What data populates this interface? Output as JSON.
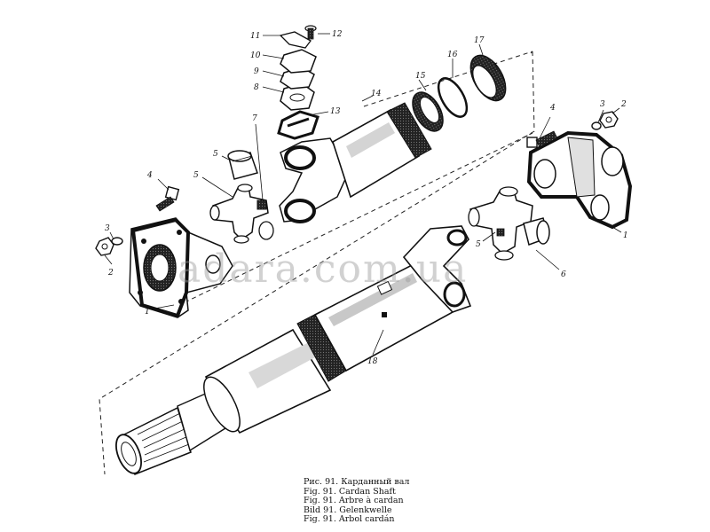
{
  "figure": {
    "watermark": "adara.com.ua",
    "captions": [
      "Рис. 91. Карданный вал",
      "Fig. 91. Cardan Shaft",
      "Fig. 91. Arbre à cardan",
      "Bild 91. Gelenkwelle",
      "Fig. 91. Arbol cardán"
    ],
    "labels": {
      "left_flange": "1",
      "right_flange": "1",
      "left_nut": "2",
      "right_nut": "2",
      "left_washer": "3",
      "right_washer": "3",
      "left_bolt": "4",
      "right_bolt": "4",
      "left_cap": "5",
      "left_spider": "5",
      "right_spider": "5",
      "right_cap": "6",
      "left_fitting": "7",
      "gasket_8": "8",
      "gasket_9": "9",
      "gasket_10": "10",
      "lock_plate": "11",
      "screw": "12",
      "plate_13": "13",
      "splined_yoke": "14",
      "seal_15": "15",
      "ring_16": "16",
      "nut_17": "17",
      "main_shaft": "18"
    }
  }
}
